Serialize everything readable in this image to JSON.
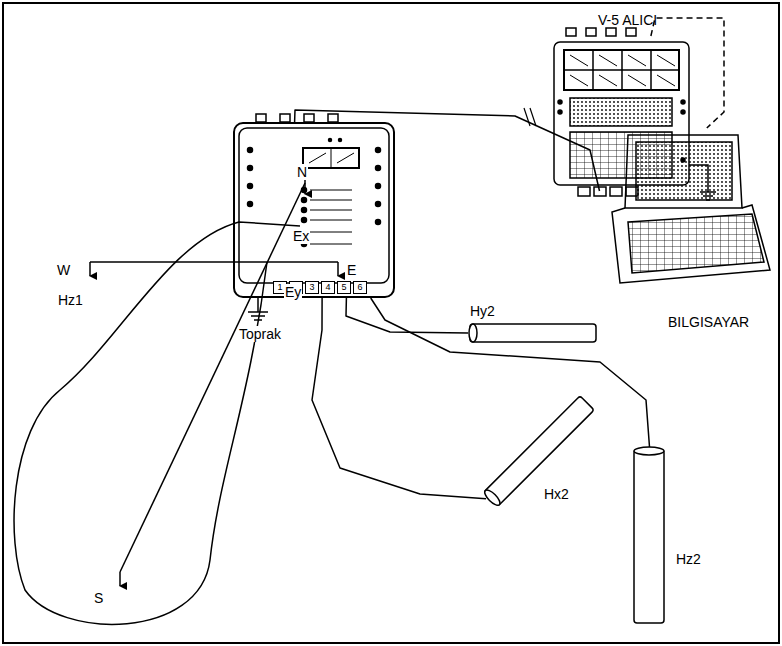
{
  "diagram": {
    "nodes": [
      {
        "text": [
          "V-5 ALICI"
        ]
      },
      {
        "text": [
          "1",
          "2",
          "3",
          "4",
          "5",
          "6"
        ]
      },
      {
        "text": [
          "BILGISAYAR"
        ]
      },
      {
        "text": [
          "Hy2"
        ]
      },
      {
        "text": [
          "Hx2"
        ]
      },
      {
        "text": [
          "Hz2"
        ]
      }
    ],
    "edges": [
      {
        "from": 1,
        "to": 0,
        "arrow": "none"
      },
      {
        "from": 0,
        "to": 2,
        "arrow": "none"
      },
      {
        "from": 1,
        "to": 3,
        "arrow": "none"
      },
      {
        "from": 1,
        "to": 4,
        "arrow": "none"
      },
      {
        "from": 1,
        "to": 5,
        "arrow": "none"
      }
    ],
    "labels": [
      "Toprak",
      "N",
      "Ex",
      "W",
      "E",
      "Ey",
      "Hz1",
      "S"
    ]
  }
}
